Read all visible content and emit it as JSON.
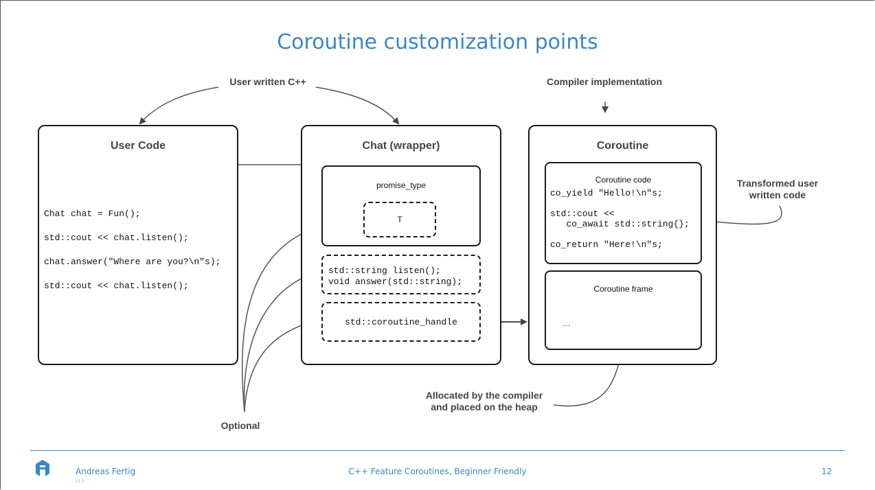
{
  "title": "Coroutine customization points",
  "labels": {
    "user_written": "User written C++",
    "compiler_impl": "Compiler implementation",
    "transformed": "Transformed user\nwritten code",
    "allocated": "Allocated by the compiler\nand placed on the heap",
    "optional": "Optional"
  },
  "user_code": {
    "title": "User Code",
    "lines": [
      "Chat chat = Fun();",
      "std::cout << chat.listen();",
      "chat.answer(\"Where are you?\\n\"s);",
      "std::cout << chat.listen();"
    ]
  },
  "chat": {
    "title": "Chat (wrapper)",
    "promise_label": "promise_type",
    "promise_t": "T",
    "methods": "std::string listen();\nvoid answer(std::string);",
    "handle": "std::coroutine_handle"
  },
  "coroutine": {
    "title": "Coroutine",
    "code_label": "Coroutine code",
    "code": "co_yield \"Hello!\\n\"s;\n\nstd::cout <<\n   co_await std::string{};\n\nco_return \"Here!\\n\"s;",
    "frame_label": "Coroutine frame",
    "frame_content": "…"
  },
  "footer": {
    "author": "Andreas Fertig",
    "version": "v1.0",
    "talk": "C++ Feature Coroutines, Beginner Friendly",
    "page": "12"
  },
  "colors": {
    "accent": "#3a87c8",
    "text": "#444444",
    "stroke": "#1a1a1a"
  }
}
